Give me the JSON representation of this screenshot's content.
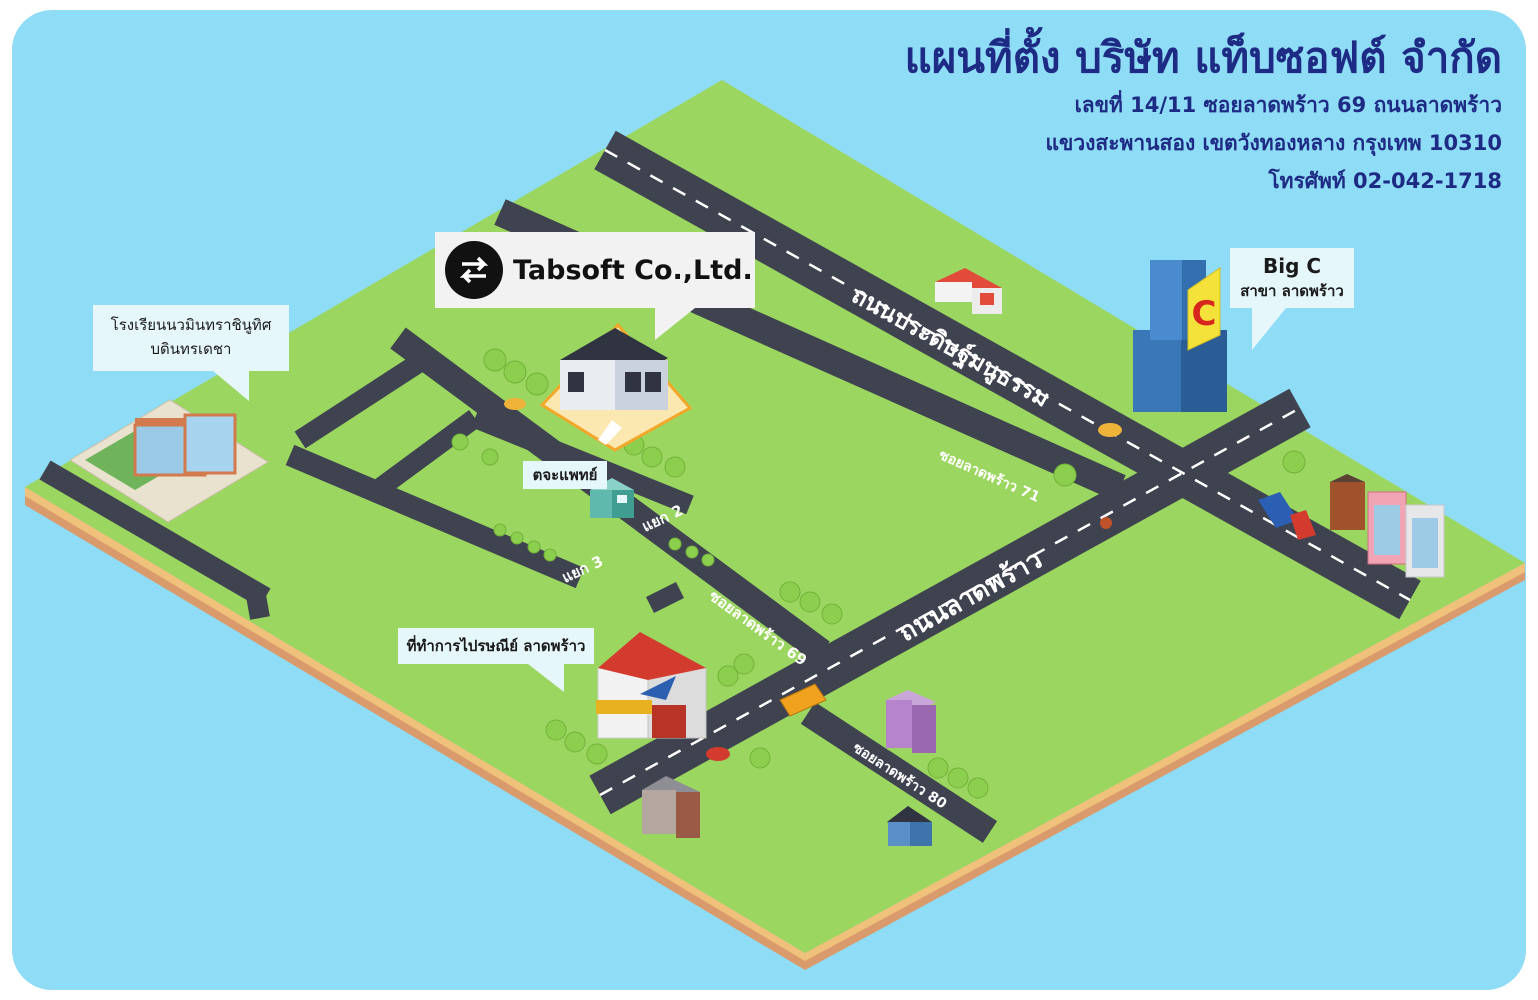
{
  "header": {
    "title": "แผนที่ตั้ง บริษัท แท็บซอฟต์ จำกัด",
    "address_line1": "เลขที่ 14/11 ซอยลาดพร้าว 69 ถนนลาดพร้าว",
    "address_line2": "แขวงสะพานสอง เขตวังทองหลาง กรุงเทพ 10310",
    "phone": "โทรศัพท์ 02-042-1718"
  },
  "company": {
    "name": "Tabsoft Co.,Ltd.",
    "logo_icon": "swap-arrows-icon"
  },
  "landmarks": {
    "school": "โรงเรียนนวมินทราชินูทิศ บดินทรเดชา",
    "big_c_name": "Big C",
    "big_c_branch": "สาขา ลาดพร้าว",
    "clinic": "ตจะแพทย์",
    "post_office": "ที่ทำการไปรษณีย์ ลาดพร้าว"
  },
  "roads": {
    "prasert": "ถนนประดิษฐ์มนูธรรม",
    "ladprao": "ถนนลาดพร้าว",
    "soi71": "ซอยลาดพร้าว 71",
    "soi69": "ซอยลาดพร้าว 69",
    "soi80": "ซอยลาดพร้าว 80",
    "yaek2": "แยก 2",
    "yaek3": "แยก 3"
  },
  "colors": {
    "water": "#8fdcf7",
    "grass": "#9bd760",
    "road": "#3f4350",
    "title": "#1e2b84"
  }
}
